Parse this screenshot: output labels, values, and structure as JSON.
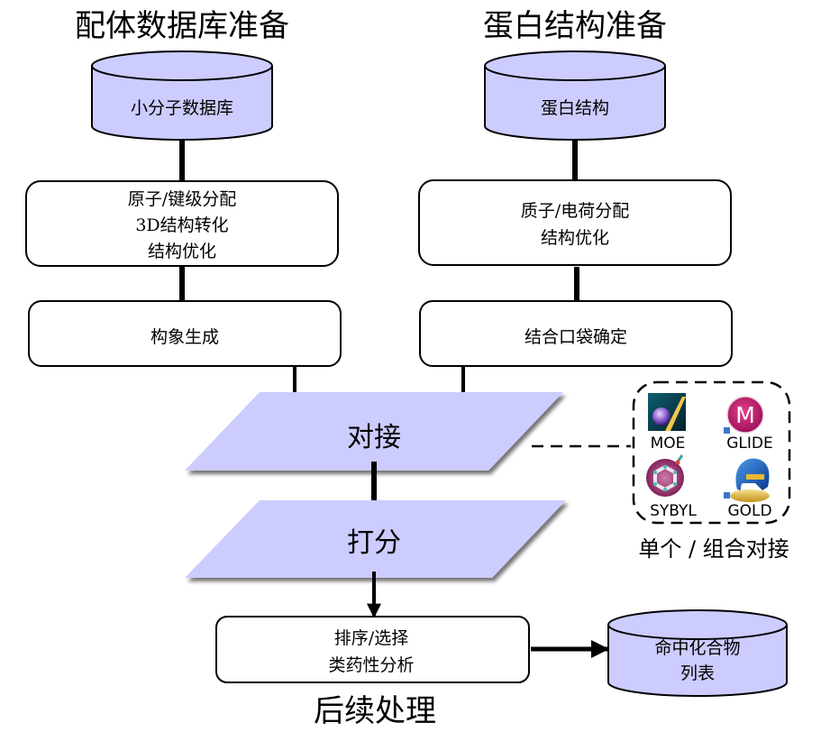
{
  "sections": {
    "ligand_title": "配体数据库准备",
    "protein_title": "蛋白结构准备",
    "post_title": "后续处理"
  },
  "ligand": {
    "database": "小分子数据库",
    "prep_lines": [
      "原子/键级分配",
      "3D结构转化",
      "结构优化"
    ],
    "conformer": "构象生成"
  },
  "protein": {
    "database": "蛋白结构",
    "prep_lines": [
      "质子/电荷分配",
      "结构优化"
    ],
    "pocket": "结合口袋确定"
  },
  "docking": {
    "dock_label": "对接",
    "score_label": "打分"
  },
  "software": {
    "items": [
      {
        "name": "MOE",
        "icon": "moe-icon"
      },
      {
        "name": "GLIDE",
        "icon": "glide-icon"
      },
      {
        "name": "SYBYL",
        "icon": "sybyl-icon"
      },
      {
        "name": "GOLD",
        "icon": "gold-icon"
      }
    ],
    "caption": "单个 / 组合对接"
  },
  "post": {
    "process_lines": [
      "排序/选择",
      "类药性分析"
    ],
    "output_lines": [
      "命中化合物",
      "列表"
    ]
  },
  "colors": {
    "fill_lavender": "#ccccff",
    "stroke": "#000000"
  }
}
